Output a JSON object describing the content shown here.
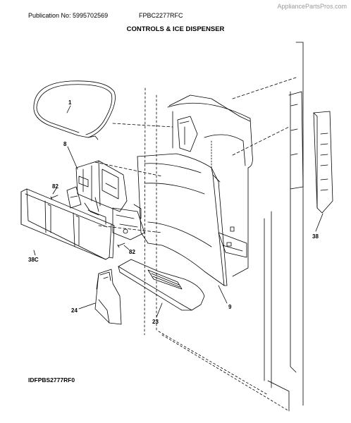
{
  "header": {
    "watermark": "AppliancePartsPros.com",
    "publication": "Publication No: 5995702569",
    "model": "FPBC2277RFC",
    "title": "CONTROLS & ICE DISPENSER"
  },
  "parts": [
    {
      "id": "1",
      "label": "1"
    },
    {
      "id": "8",
      "label": "8"
    },
    {
      "id": "82a",
      "label": "82"
    },
    {
      "id": "82b",
      "label": "82"
    },
    {
      "id": "38C",
      "label": "38C"
    },
    {
      "id": "24",
      "label": "24"
    },
    {
      "id": "23",
      "label": "23"
    },
    {
      "id": "9",
      "label": "9"
    },
    {
      "id": "38",
      "label": "38"
    }
  ],
  "footer": {
    "drawing_code": "IDFPBS2777RF0"
  }
}
